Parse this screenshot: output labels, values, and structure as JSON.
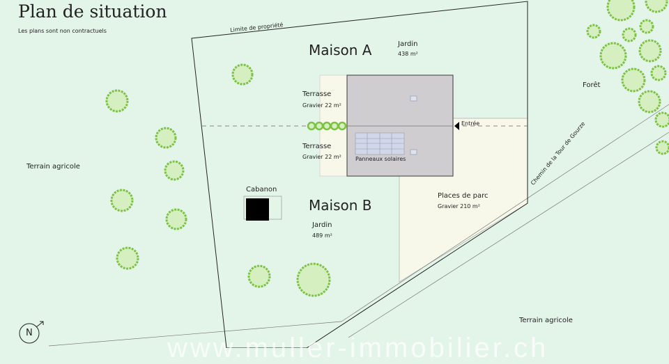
{
  "title": "Plan de situation",
  "subtitle": "Les plans sont non contractuels",
  "labels": {
    "limite": "Limite de propriété",
    "maison_a": "Maison A",
    "maison_b": "Maison B",
    "jardin_a": "Jardin",
    "jardin_a_area": "438 m²",
    "jardin_b": "Jardin",
    "jardin_b_area": "489 m²",
    "terrasse1": "Terrasse",
    "terrasse1_area": "Gravier 22 m²",
    "terrasse2": "Terrasse",
    "terrasse2_area": "Gravier 22 m²",
    "panneaux": "Panneaux solaires",
    "entree": "Entrée",
    "cabanon": "Cabanon",
    "parc": "Places de parc",
    "parc_area": "Gravier 210 m²",
    "foret": "Forêt",
    "agricole_w": "Terrain agricole",
    "agricole_se": "Terrain agricole",
    "chemin": "Chemin de la Tour de Gourze",
    "north": "N"
  },
  "watermark": "www.muller-immobilier.ch",
  "colors": {
    "bg": "#e3f5e8",
    "gravel": "#f7f8ea",
    "house": "#cfcdd0",
    "tree": "#7cc243",
    "tree_fill": "#d6efc0"
  }
}
